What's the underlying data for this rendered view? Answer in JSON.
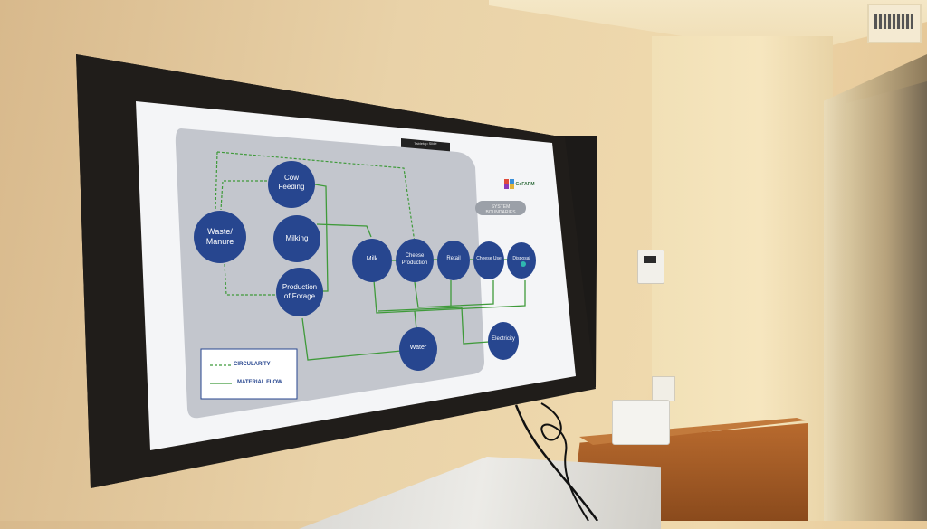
{
  "slide": {
    "top_bar_label": "Tabletop Slide",
    "system_boundaries": "SYSTEM BOUNDARIES",
    "logo_text": "GoFARM",
    "nodes": {
      "cow_feeding": [
        "Cow",
        "Feeding"
      ],
      "waste_manure": [
        "Waste/",
        "Manure"
      ],
      "milking": "Milking",
      "production_forage": [
        "Production",
        "of Forage"
      ],
      "milk": "Milk",
      "cheese_production": [
        "Cheese",
        "Production"
      ],
      "retail": "Retail",
      "cheese_use": "Cheese Use",
      "disposal": "Disposal",
      "water": "Water",
      "electricity": "Electricity"
    },
    "legend": {
      "circularity": "CIRCULARITY",
      "material_flow": "MATERIAL FLOW"
    },
    "colors": {
      "node_fill": "#27468f",
      "flow_line": "#3f9a3a",
      "boundary_fill": "#c5c8cf"
    }
  }
}
